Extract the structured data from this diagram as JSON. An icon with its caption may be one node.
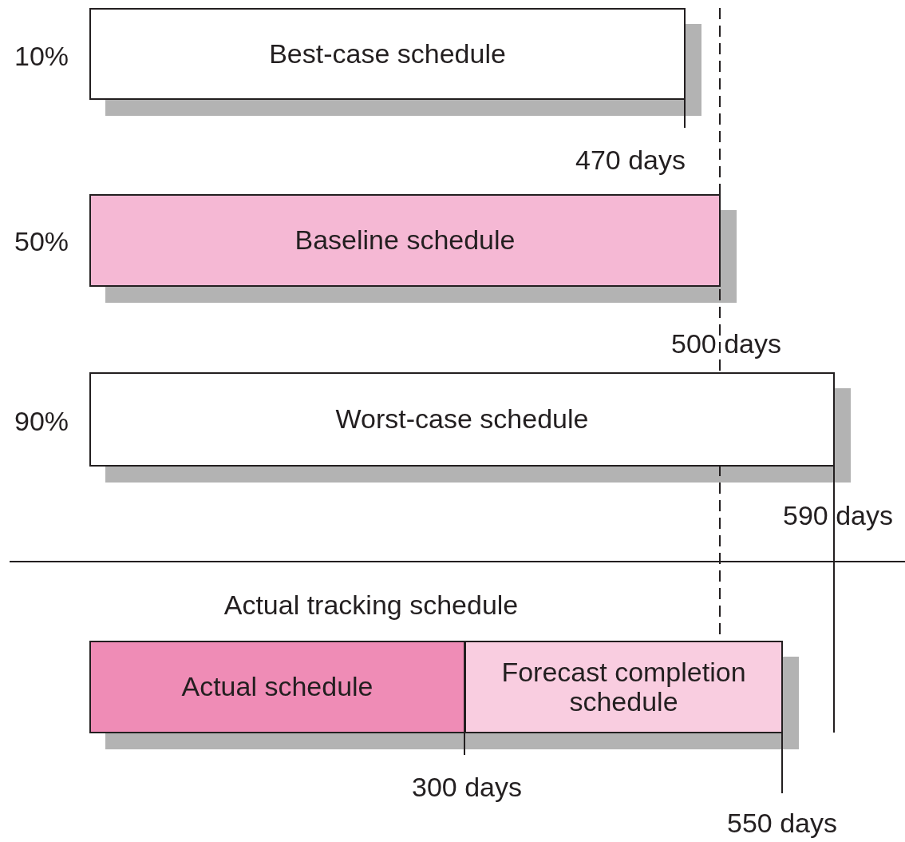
{
  "diagram": {
    "nodes": [
      {
        "text": [
          "Best-case schedule"
        ]
      },
      {
        "text": [
          "Baseline schedule"
        ]
      },
      {
        "text": [
          "Worst-case schedule"
        ]
      },
      {
        "text": [
          "Actual schedule"
        ]
      },
      {
        "text": [
          "Forecast completion schedule"
        ]
      }
    ],
    "labels": [
      "10%",
      "470 days",
      "50%",
      "500 days",
      "90%",
      "590 days",
      "Actual tracking schedule",
      "300 days",
      "550 days"
    ]
  }
}
